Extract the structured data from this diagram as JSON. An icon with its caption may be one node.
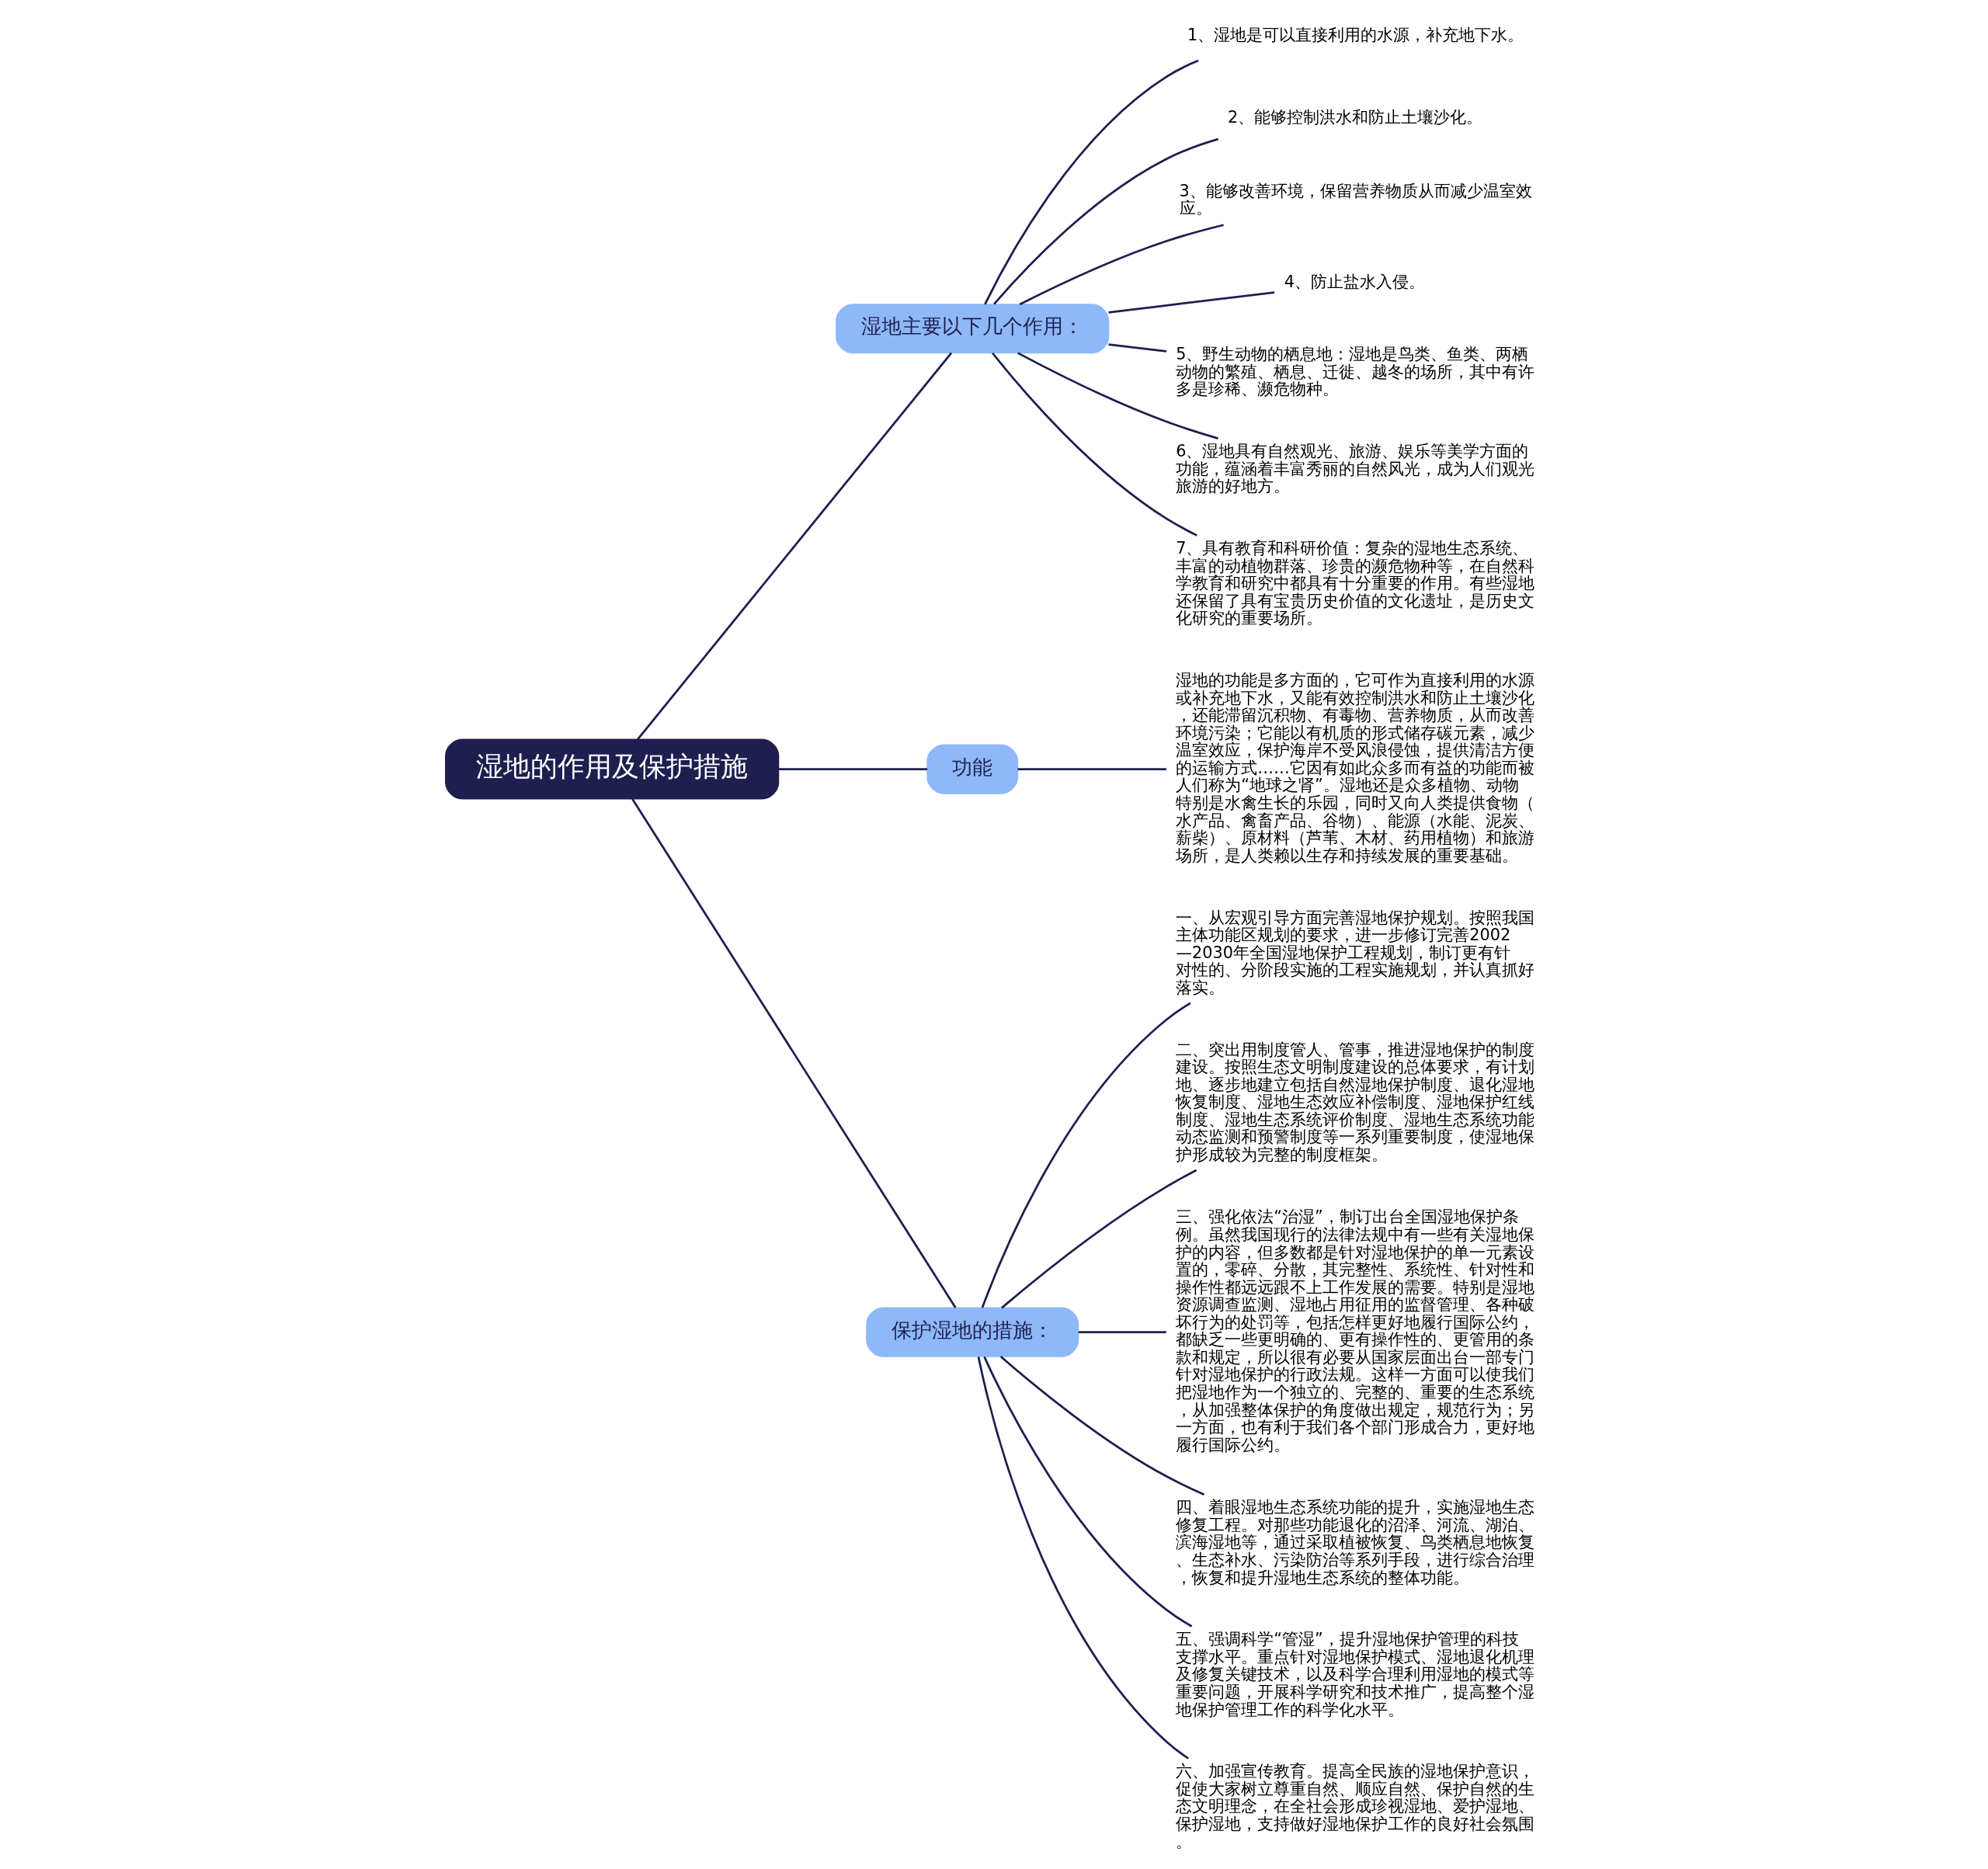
{
  "diagram": {
    "nodes": [
      {
        "text": [
          "湿地的作用及保护措施"
        ]
      },
      {
        "text": [
          "湿地主要以下几个作用："
        ]
      },
      {
        "text": [
          "1、湿地是可以直接利用的水源，补充地下水。"
        ]
      },
      {
        "text": [
          "2、能够控制洪水和防止土壤沙化。"
        ]
      },
      {
        "text": [
          "3、能够改善环境，保留营养物质从而减少温室效应。"
        ]
      },
      {
        "text": [
          "4、防止盐水入侵。"
        ]
      },
      {
        "text": [
          "5、野生动物的栖息地：湿地是鸟类、鱼类、两栖动物的繁殖、栖息、迁徙、越冬的场所，其中有许多是珍稀、濒危物种。"
        ]
      },
      {
        "text": [
          "6、湿地具有自然观光、旅游、娱乐等美学方面的功能，蕴涵着丰富秀丽的自然风光，成为人们观光旅游的好地方。"
        ]
      },
      {
        "text": [
          "7、具有教育和科研价值：复杂的湿地生态系统、丰富的动植物群落、珍贵的濒危物种等，在自然科学教育和研究中都具有十分重要的作用。有些湿地还保留了具有宝贵历史价值的文化遗址，是历史文化研究的重要场所。"
        ]
      },
      {
        "text": [
          "功能"
        ]
      },
      {
        "text": [
          "湿地的功能是多方面的，它可作为直接利用的水源或补充地下水，又能有效控制洪水和防止土壤沙化，还能滞留沉积物、有毒物、营养物质，从而改善环境污染；它能以有机质的形式储存碳元素，减少温室效应，保护海岸不受风浪侵蚀，提供清洁方便的运输方式……它因有如此众多而有益的功能而被人们称为“地球之肾”。湿地还是众多植物、动物特别是水禽生长的乐园，同时又向人类提供食物（水产品、禽畜产品、谷物）、能源（水能、泥炭、薪柴）、原材料（芦苇、木材、药用植物）和旅游场所，是人类赖以生存和持续发展的重要基础。"
        ]
      },
      {
        "text": [
          "保护湿地的措施："
        ]
      },
      {
        "text": [
          "一、从宏观引导方面完善湿地保护规划。按照我国主体功能区规划的要求，进一步修订完善2002—2030年全国湿地保护工程规划，制订更有针对性的、分阶段实施的工程实施规划，并认真抓好落实。"
        ]
      },
      {
        "text": [
          "二、突出用制度管人、管事，推进湿地保护的制度建设。按照生态文明制度建设的总体要求，有计划地、逐步地建立包括自然湿地保护制度、退化湿地恢复制度、湿地生态效应补偿制度、湿地保护红线制度、湿地生态系统评价制度、湿地生态系统功能动态监测和预警制度等一系列重要制度，使湿地保护形成较为完整的制度框架。"
        ]
      },
      {
        "text": [
          "三、强化依法“治湿”，制订出台全国湿地保护条例。虽然我国现行的法律法规中有一些有关湿地保护的内容，但多数都是针对湿地保护的单一元素设置的，零碎、分散，其完整性、系统性、针对性和操作性都远远跟不上工作发展的需要。特别是湿地资源调查监测、湿地占用征用的监督管理、各种破坏行为的处罚等，包括怎样更好地履行国际公约，都缺乏一些更明确的、更有操作性的、更管用的条款和规定，所以很有必要从国家层面出台一部专门针对湿地保护的行政法规。这样一方面可以使我们把湿地作为一个独立的、完整的、重要的生态系统，从加强整体保护的角度做出规定，规范行为；另一方面，也有利于我们各个部门形成合力，更好地履行国际公约。"
        ]
      },
      {
        "text": [
          "四、着眼湿地生态系统功能的提升，实施湿地生态修复工程。对那些功能退化的沼泽、河流、湖泊、滨海湿地等，通过采取植被恢复、鸟类栖息地恢复、生态补水、污染防治等系列手段，进行综合治理，恢复和提升湿地生态系统的整体功能。"
        ]
      },
      {
        "text": [
          "五、强调科学“管湿”，提升湿地保护管理的科技支撑水平。重点针对湿地保护模式、湿地退化机理及修复关键技术，以及科学合理利用湿地的模式等重要问题，开展科学研究和技术推广，提高整个湿地保护管理工作的科学化水平。"
        ]
      },
      {
        "text": [
          "六、加强宣传教育。提高全民族的湿地保护意识，促使大家树立尊重自然、顺应自然、保护自然的生态文明理念，在全社会形成珍视湿地、爱护湿地、保护湿地，支持做好湿地保护工作的良好社会氛围。"
        ]
      }
    ],
    "edges": [
      {
        "from": 0,
        "to": 1,
        "arrow": "none"
      },
      {
        "from": 1,
        "to": 2,
        "arrow": "none"
      },
      {
        "from": 1,
        "to": 3,
        "arrow": "none"
      },
      {
        "from": 1,
        "to": 4,
        "arrow": "none"
      },
      {
        "from": 1,
        "to": 5,
        "arrow": "none"
      },
      {
        "from": 1,
        "to": 6,
        "arrow": "none"
      },
      {
        "from": 1,
        "to": 7,
        "arrow": "none"
      },
      {
        "from": 1,
        "to": 8,
        "arrow": "none"
      },
      {
        "from": 0,
        "to": 9,
        "arrow": "none"
      },
      {
        "from": 9,
        "to": 10,
        "arrow": "none"
      },
      {
        "from": 0,
        "to": 11,
        "arrow": "none"
      },
      {
        "from": 11,
        "to": 12,
        "arrow": "none"
      },
      {
        "from": 11,
        "to": 13,
        "arrow": "none"
      },
      {
        "from": 11,
        "to": 14,
        "arrow": "none"
      },
      {
        "from": 11,
        "to": 15,
        "arrow": "none"
      },
      {
        "from": 11,
        "to": 16,
        "arrow": "none"
      },
      {
        "from": 11,
        "to": 17,
        "arrow": "none"
      }
    ]
  }
}
